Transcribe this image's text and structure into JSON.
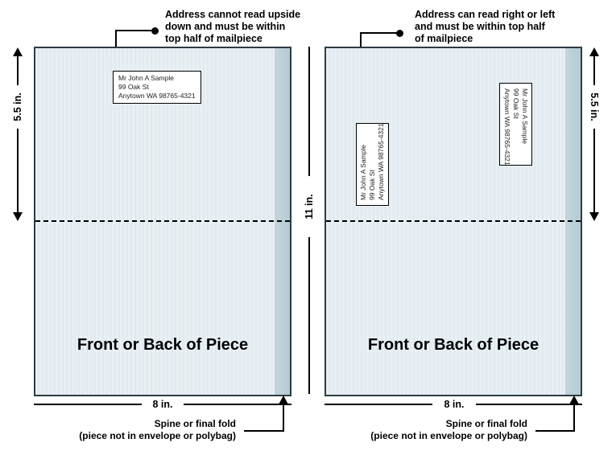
{
  "colors": {
    "panel_fill": "#e9f0f4",
    "panel_stripe": "#e0eaf0",
    "spine_fill": "#b7cbd4",
    "panel_border": "#2b3c42",
    "line": "#000000"
  },
  "left_panel": {
    "note_lines": [
      "Address cannot read upside",
      "down and must be within",
      "top half of mailpiece"
    ],
    "title": "Front or Back of Piece",
    "width_label": "8 in.",
    "half_height_label": "5.5 in."
  },
  "right_panel": {
    "note_lines": [
      "Address can read right or left",
      "and must be within top half",
      "of mailpiece"
    ],
    "title": "Front or Back of Piece",
    "width_label": "8 in.",
    "half_height_label": "5.5 in."
  },
  "full_height_label": "11 in.",
  "address_label": {
    "line1": "Mr John A Sample",
    "line2": "99 Oak St",
    "line3": "Anytown WA 98765-4321"
  },
  "spine_note_lines": [
    "Spine or final fold",
    "(piece not in envelope or polybag)"
  ]
}
